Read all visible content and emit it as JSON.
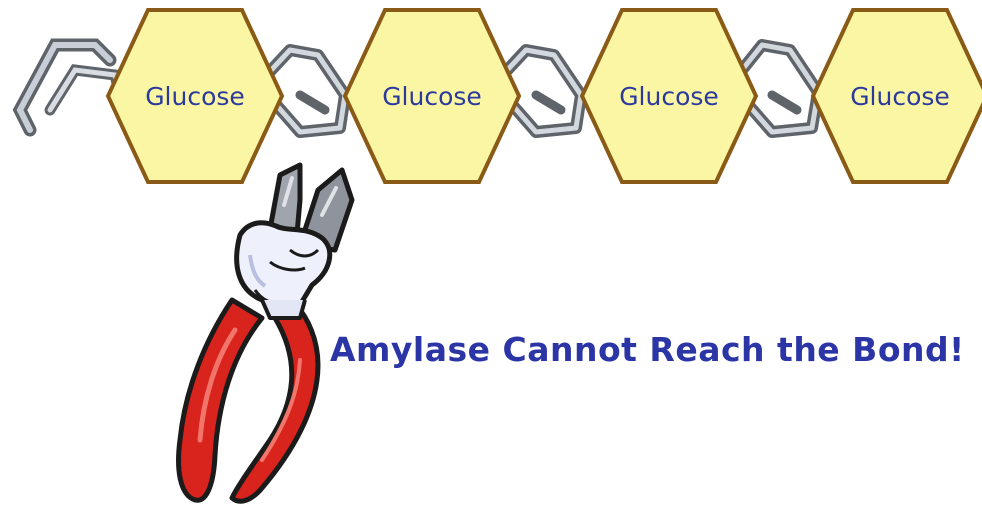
{
  "diagram": {
    "molecules": [
      {
        "label": "Glucose"
      },
      {
        "label": "Glucose"
      },
      {
        "label": "Glucose"
      },
      {
        "label": "Glucose"
      }
    ],
    "caption": "Amylase Cannot Reach the Bond!",
    "colors": {
      "hex_fill": "#fbf6a4",
      "hex_stroke": "#8a5a17",
      "label": "#2b3a9c",
      "caption": "#2b35a6",
      "chain": "#8f959e",
      "plier_handle": "#d8241c",
      "glove": "#eef0fb"
    },
    "icons": [
      "chain-link-icon",
      "pliers-icon",
      "glove-icon"
    ]
  }
}
